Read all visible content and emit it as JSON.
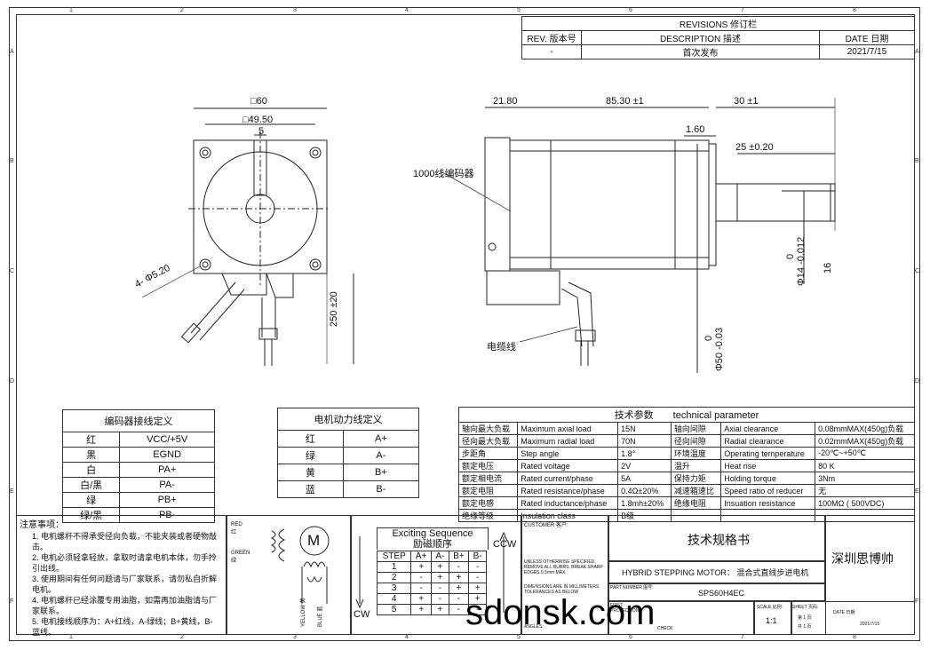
{
  "border": {
    "col_labels": [
      "1",
      "2",
      "3",
      "4",
      "5",
      "6",
      "7",
      "8"
    ],
    "row_labels": [
      "A",
      "B",
      "C",
      "D",
      "E",
      "F"
    ]
  },
  "revisions": {
    "title": "REVISIONS 修订栏",
    "headers": [
      "REV. 版本号",
      "DESCRIPTION 描述",
      "DATE 日期"
    ],
    "rows": [
      [
        "-",
        "首次发布",
        "2021/7/15"
      ]
    ]
  },
  "front_view": {
    "dim_square": "□60",
    "dim_hole_pitch": "□49.50",
    "dim_key": "5",
    "dim_holes": "4- Φ5.20",
    "dim_cable": "250 ±20"
  },
  "side_view": {
    "dim_encoder": "21.80",
    "dim_body": "85.30 ±1",
    "dim_shaft": "30 ±1",
    "dim_flange": "1.60",
    "dim_flat": "25 ±0.20",
    "dim_shaft_dia": "Φ14 -0.012",
    "dim_shaft_dia_upper": "0",
    "dim_16": "16",
    "dim_pilot": "Φ50 -0.03",
    "dim_pilot_upper": "0",
    "label_encoder": "1000线编码器",
    "label_cable": "电缆线"
  },
  "encoder_table": {
    "title": "编码器接线定义",
    "rows": [
      [
        "红",
        "VCC/+5V"
      ],
      [
        "黑",
        "EGND"
      ],
      [
        "白",
        "PA+"
      ],
      [
        "白/黑",
        "PA-"
      ],
      [
        "绿",
        "PB+"
      ],
      [
        "绿/黑",
        "PB-"
      ]
    ]
  },
  "power_table": {
    "title": "电机动力线定义",
    "rows": [
      [
        "红",
        "A+"
      ],
      [
        "绿",
        "A-"
      ],
      [
        "黄",
        "B+"
      ],
      [
        "蓝",
        "B-"
      ]
    ]
  },
  "tech_params": {
    "title": "技术参数　　technical parameter",
    "rows": [
      [
        "轴向最大负载",
        "Maximum axial load",
        "15N",
        "轴向间隙",
        "Axial clearance",
        "0.08mmMAX(450g)负载"
      ],
      [
        "径向最大负载",
        "Maximum radial load",
        "70N",
        "径向间隙",
        "Radial clearance",
        "0.02mmMAX(450g)负载"
      ],
      [
        "步距角",
        "Step angle",
        "1.8°",
        "环境温度",
        "Operating temperature",
        "-20℃~+50℃"
      ],
      [
        "额定电压",
        "Rated voltage",
        "2V",
        "温升",
        "Heat rise",
        "80 K"
      ],
      [
        "额定相电流",
        "Rated current/phase",
        "5A",
        "保持力矩",
        "Holding torque",
        "3Nm"
      ],
      [
        "额定电阻",
        "Rated resistance/phase",
        "0.4Ω±20%",
        "减速箱速比",
        "Speed ratio of reducer",
        "无"
      ],
      [
        "额定电感",
        "Rated inductance/phase",
        "1.8mh±20%",
        "绝缘电阻",
        "Insuation resistance",
        "100MΩ ( 500VDC)"
      ],
      [
        "绝缘等级",
        "Insulation class",
        "B级",
        "",
        "",
        ""
      ]
    ]
  },
  "notes": {
    "title": "注意事项：",
    "items": [
      "1. 电机螺杆不得承受径向负载，不能夹装或者硬物敲击。",
      "2. 电机必须轻拿轻放，拿取时请拿电机本体，勿手拎引出线。",
      "3. 使用期间有任何问题请与厂家联系，请勿私自折解电机。",
      "4. 电机螺杆已经涂覆专用油脂，如需再加油脂请与厂家联系。",
      "5. 电机接线顺序为：A+红线，A-绿线；B+黄线，B-蓝线。"
    ]
  },
  "wiring": {
    "red": "RED 红",
    "green": "GREEN 绿",
    "yellow": "YELLOW 黄",
    "blue": "BLUE 蓝",
    "motor": "M"
  },
  "sequence": {
    "title": "Exciting Sequence",
    "title_cn": "励磁顺序",
    "headers": [
      "STEP",
      "A+",
      "A-",
      "B+",
      "B-"
    ],
    "rows": [
      [
        "1",
        "+",
        "+",
        "-",
        "-"
      ],
      [
        "2",
        "-",
        "+",
        "+",
        "-"
      ],
      [
        "3",
        "-",
        "-",
        "+",
        "+"
      ],
      [
        "4",
        "+",
        "-",
        "-",
        "+"
      ],
      [
        "5",
        "+",
        "+",
        "-",
        "-"
      ]
    ],
    "ccw": "CCW",
    "cw": "CW"
  },
  "title_block": {
    "customer": "CUSTOMER 客户:",
    "spec_title": "技术规格书",
    "product": "HYBRID STEPPING MOTOR： 混合式直线步进电机",
    "part_label": "PART NUMBER 图号:",
    "part_number": "SPS60H4EC",
    "company": "深圳思博帅",
    "scale_label": "SCALE 比例:",
    "scale": "1:1",
    "sheet_label": "SHEET 页码:",
    "sheet1": "第 1 页",
    "sheet2": "共 1 页",
    "date_label": "DATE 日期:",
    "date": "2021/7/15",
    "check": "CHECK",
    "tolerance_note": "UNLESS OTHERWISE SPECIFIED, REMOVE ALL BURRS, BREAK SHARP EDGES 0.5mm MAX.",
    "dimensions_note": "DIMENSIONS ARE IN MILLIMETERS TOLERANCES AS BELOW",
    "angles": "ANGLES:",
    "first_proj": "FIRST PROJECTION"
  },
  "watermark": "sdonsk.com"
}
